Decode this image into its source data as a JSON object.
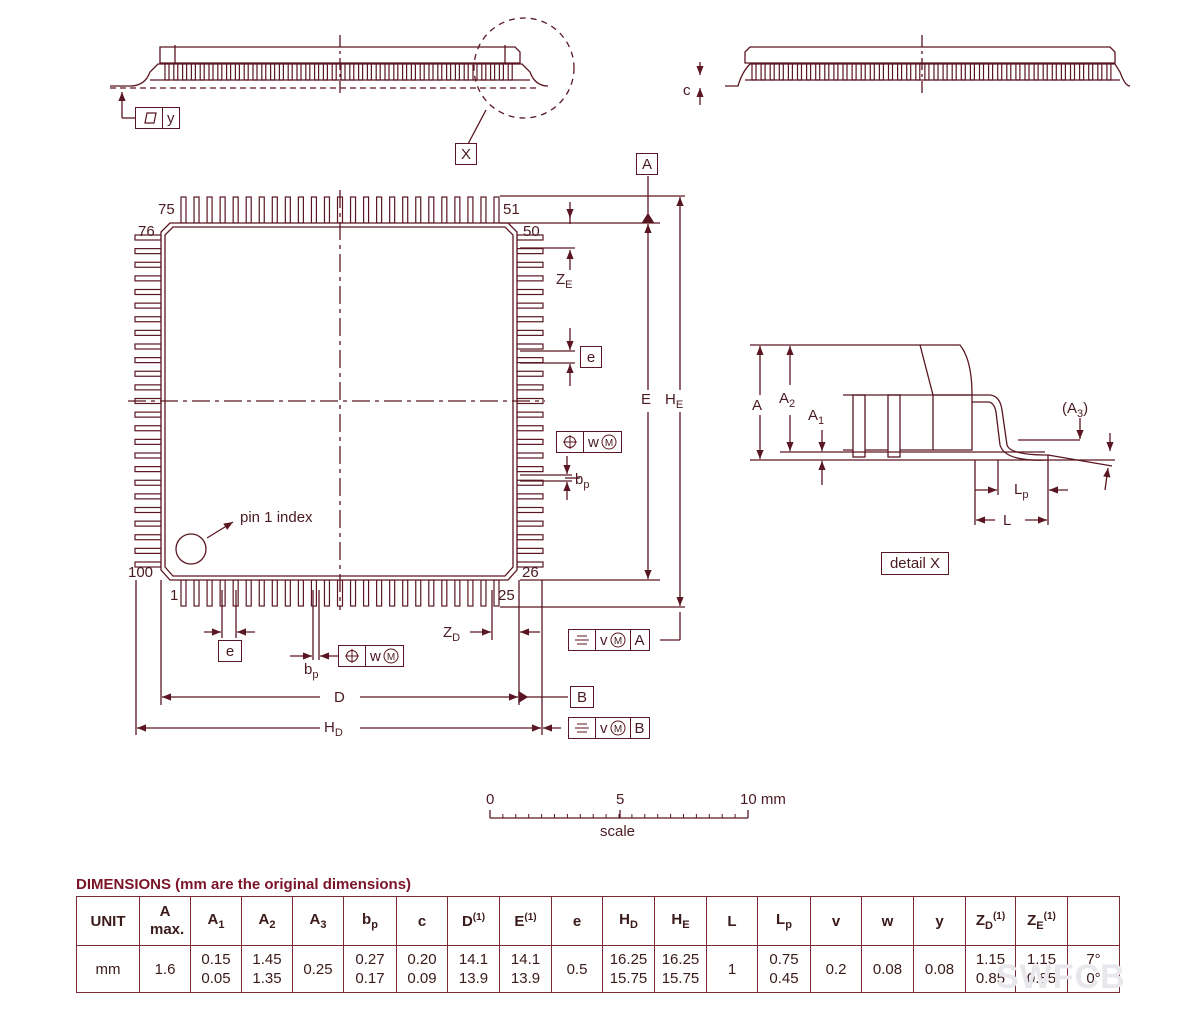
{
  "labels": {
    "pin_75": "75",
    "pin_76": "76",
    "pin_51": "51",
    "pin_50": "50",
    "pin_100": "100",
    "pin_1": "1",
    "pin_26": "26",
    "pin_25": "25",
    "pin1_index": "pin 1  index",
    "ref_x": "X",
    "ref_a": "A",
    "ref_b": "B",
    "e": "e",
    "e_bottom": "e",
    "E": "E",
    "H": "H",
    "E_sub": "E",
    "Z": "Z",
    "Z_sub": "E",
    "b": "b",
    "p_sub": "p",
    "D": "D",
    "H_D": "H",
    "D_sub": "D",
    "Z_D": "Z",
    "ZD_sub": "D",
    "b_bottom": "b",
    "p_bottom": "p",
    "c": "c",
    "y": "y",
    "w": "w",
    "v": "v",
    "m": "M",
    "detail_A": "A",
    "detail_A2": "A",
    "two": "2",
    "detail_A1": "A",
    "one": "1",
    "detail_A3_open": "(A",
    "three": "3",
    "close_paren": ")",
    "detail_Lp": "L",
    "detail_L": "L",
    "detail_x": "detail X",
    "scale_0": "0",
    "scale_5": "5",
    "scale_10": "10 mm",
    "scale_word": "scale",
    "watermark": "SWFCB"
  },
  "table": {
    "title": "DIMENSIONS (mm are the original dimensions)",
    "headers": [
      "UNIT",
      "A max.",
      "A1",
      "A2",
      "A3",
      "bp",
      "c",
      "D(1)",
      "E(1)",
      "e",
      "HD",
      "HE",
      "L",
      "Lp",
      "v",
      "w",
      "y",
      "ZD(1)",
      "ZE(1)",
      ""
    ],
    "row": {
      "unit": "mm",
      "A": "1.6",
      "A1": [
        "0.15",
        "0.05"
      ],
      "A2": [
        "1.45",
        "1.35"
      ],
      "A3": "0.25",
      "bp": [
        "0.27",
        "0.17"
      ],
      "c": [
        "0.20",
        "0.09"
      ],
      "D": [
        "14.1",
        "13.9"
      ],
      "E": [
        "14.1",
        "13.9"
      ],
      "e": "0.5",
      "HD": [
        "16.25",
        "15.75"
      ],
      "HE": [
        "16.25",
        "15.75"
      ],
      "L": "1",
      "Lp": [
        "0.75",
        "0.45"
      ],
      "v": "0.2",
      "w": "0.08",
      "y": "0.08",
      "ZD": [
        "1.15",
        "0.85"
      ],
      "ZE": [
        "1.15",
        "0.85"
      ],
      "theta": [
        "7°",
        "0°"
      ]
    }
  },
  "colors": {
    "ink": "#5a1622",
    "table_border": "#7a2a36",
    "title": "#7a1426"
  }
}
